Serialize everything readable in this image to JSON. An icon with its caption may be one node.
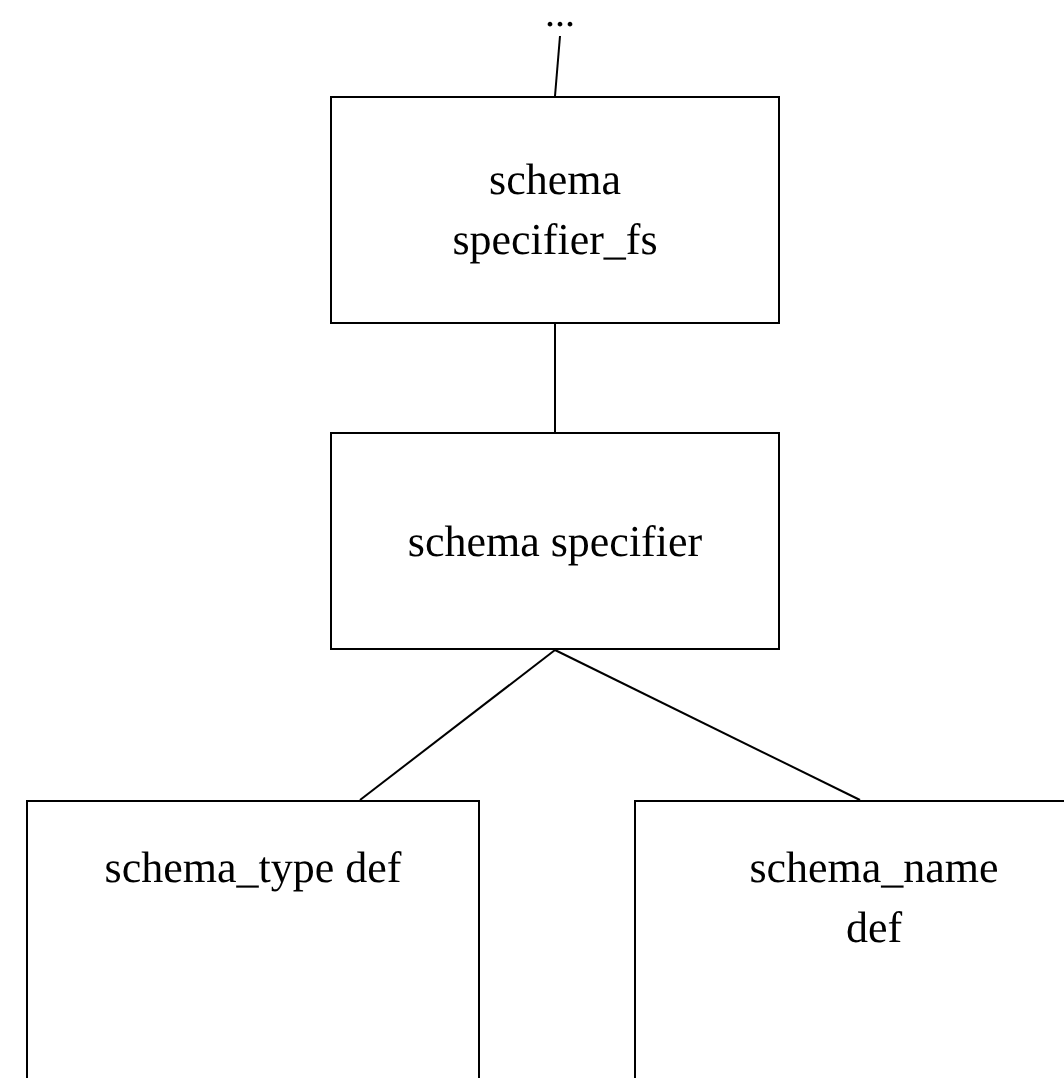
{
  "diagram": {
    "nodes": [
      {
        "text": [
          "..."
        ]
      },
      {
        "text": [
          "schema specifier_fs"
        ]
      },
      {
        "text": [
          "schema specifier"
        ]
      },
      {
        "text": [
          "schema_type def"
        ]
      },
      {
        "text": [
          "schema_name def"
        ]
      }
    ],
    "edges": [
      {
        "from": 0,
        "to": 1,
        "arrow": "none"
      },
      {
        "from": 1,
        "to": 2,
        "arrow": "none"
      },
      {
        "from": 2,
        "to": 3,
        "arrow": "none"
      },
      {
        "from": 2,
        "to": 4,
        "arrow": "none"
      }
    ]
  }
}
